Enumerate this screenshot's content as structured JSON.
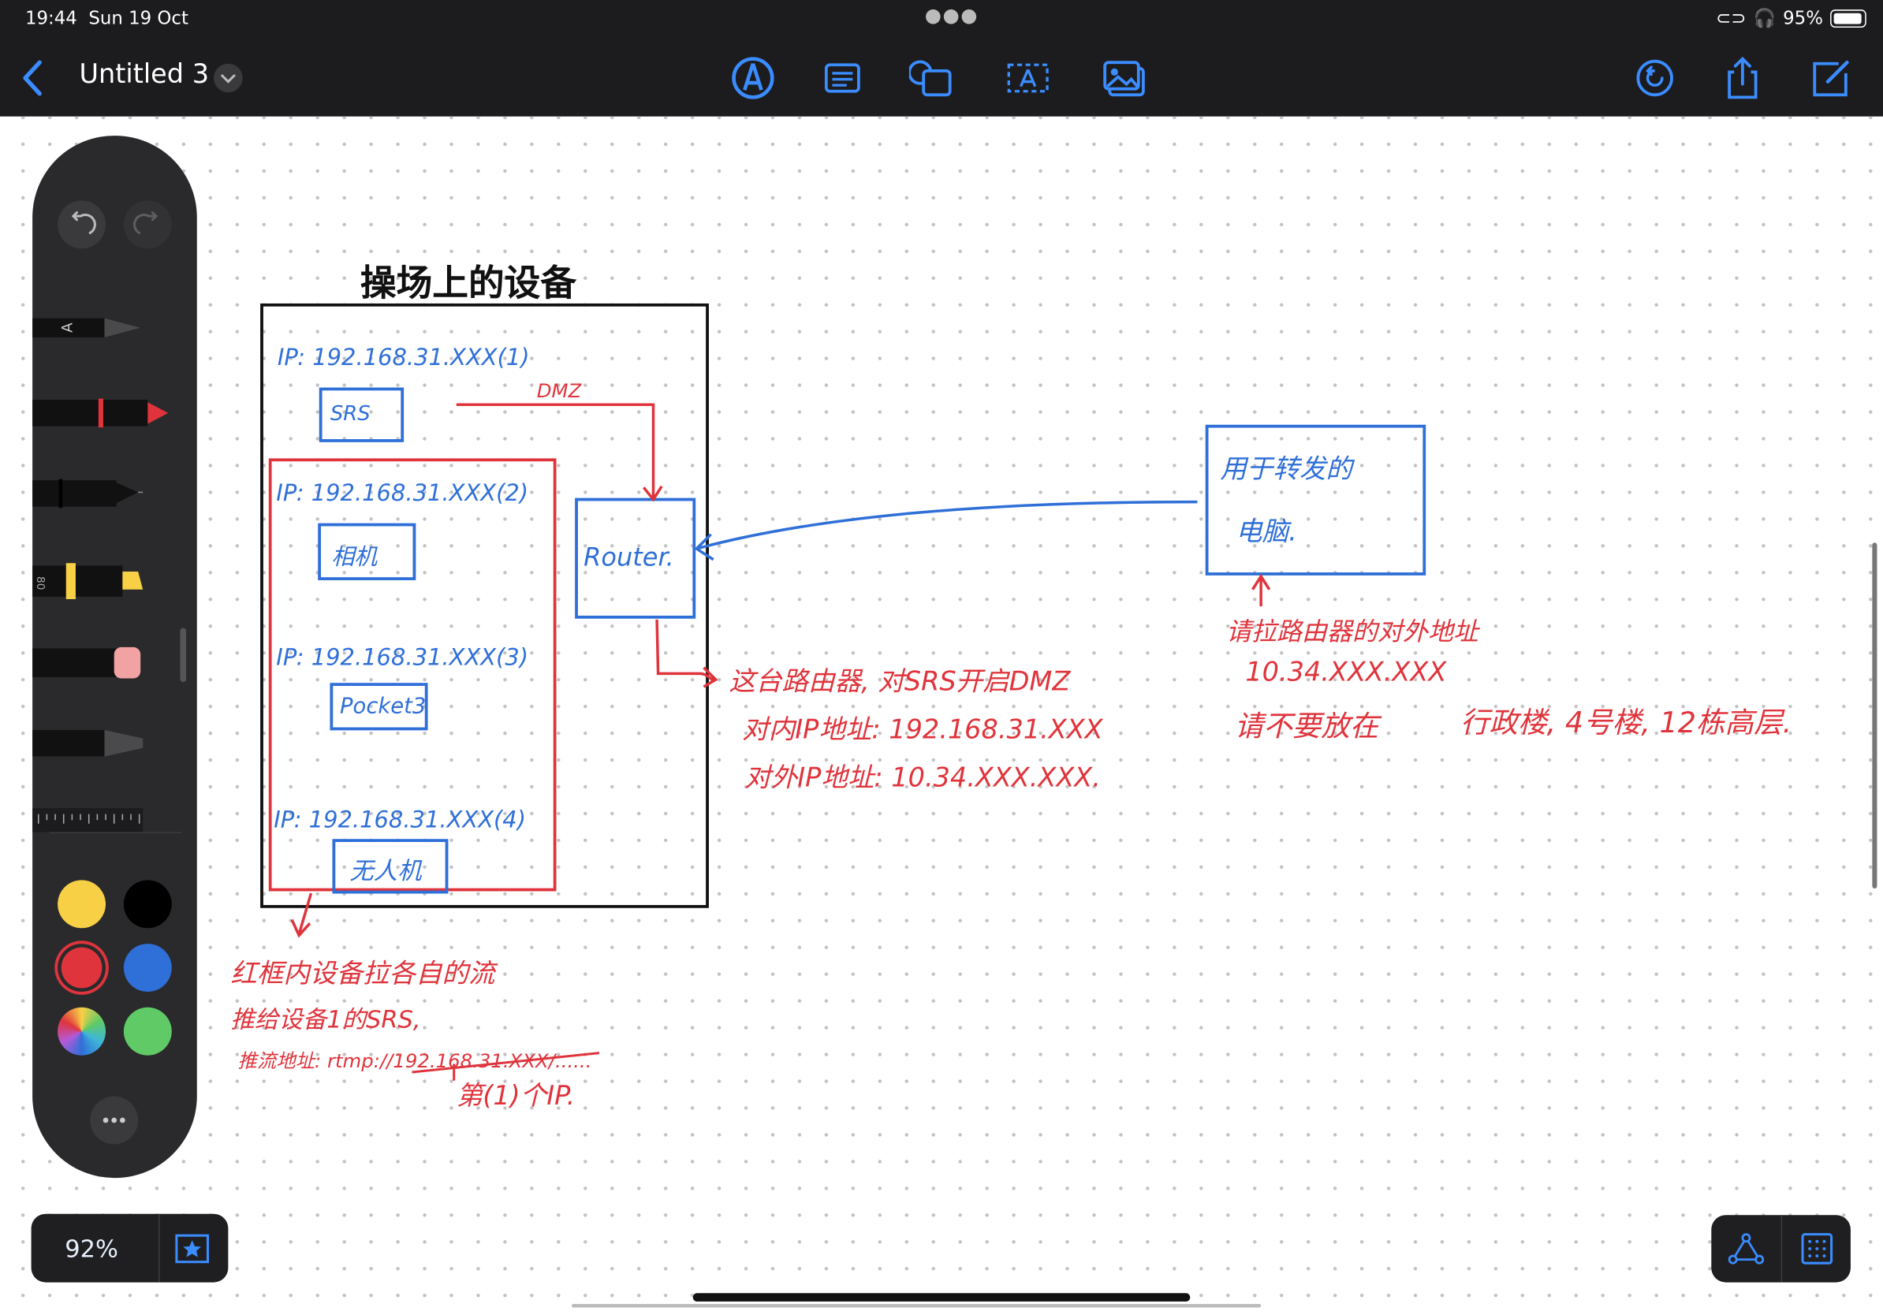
{
  "status_bar": {
    "time": "19:44",
    "date": "Sun 19 Oct",
    "battery": "95%"
  },
  "toolbar": {
    "title": "Untitled 3",
    "tools": [
      "pen-tool-icon",
      "text-format-icon",
      "shapes-icon",
      "text-box-icon",
      "media-icon"
    ],
    "right_actions": [
      "undo-history-icon",
      "share-icon",
      "compose-icon"
    ]
  },
  "palette": {
    "tools": [
      "monoline-pencil",
      "red-pen",
      "fineliner",
      "yellow-highlighter",
      "eraser",
      "lasso",
      "ruler"
    ],
    "highlighter_size": "80",
    "colors": [
      "#f7d046",
      "#000000",
      "#e0343c",
      "#2f6fd8",
      "color-wheel",
      "#5fca66"
    ],
    "selected_color": "#e0343c"
  },
  "zoom": "92%",
  "notes": {
    "title": "操场上的设备",
    "ip1": "IP: 192.168.31.XXX(1)",
    "srs": "SRS",
    "dmz": "DMZ",
    "ip2": "IP: 192.168.31.XXX(2)",
    "camera": "相机",
    "ip3": "IP: 192.168.31.XXX(3)",
    "pocket": "Pocket3",
    "ip4": "IP: 192.168.31.XXX(4)",
    "drone": "无人机",
    "router": "Router.",
    "pc_line1": "用于转发的",
    "pc_line2": "电脑.",
    "router_note1": "这台路由器, 对SRS开启DMZ",
    "router_note2": "对内IP地址: 192.168.31.XXX",
    "router_note3": "对外IP地址: 10.34.XXX.XXX.",
    "pc_note1": "请拉路由器的对外地址",
    "pc_note2": "10.34.XXX.XXX",
    "pc_note3": "请不要放在",
    "pc_note4": "行政楼, 4号楼, 12栋高层.",
    "bottom_note1": "红框内设备拉各自的流",
    "bottom_note2": "推给设备1的SRS,",
    "bottom_note3": "推流地址: rtmp://192.168.31.XXX/......",
    "bottom_note4": "第(1)个IP."
  }
}
